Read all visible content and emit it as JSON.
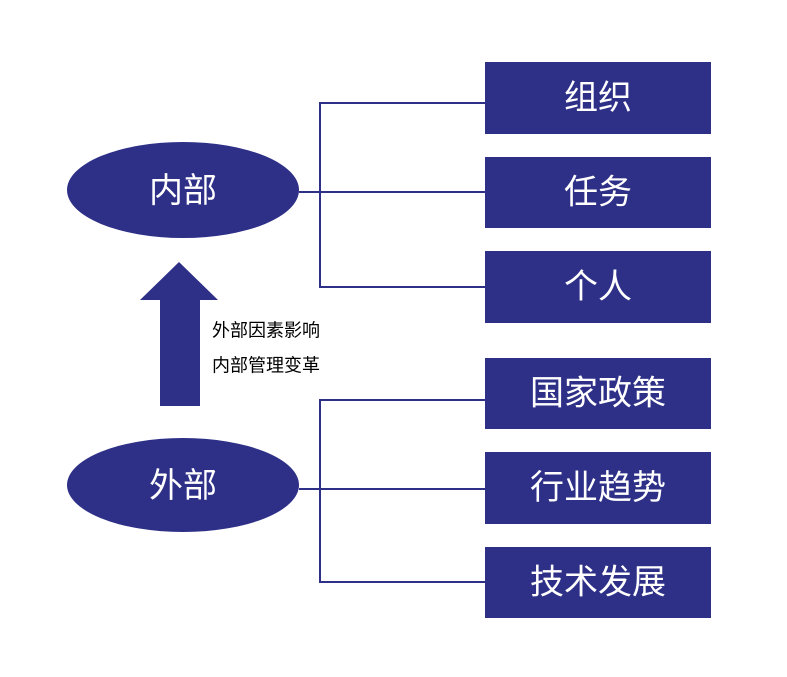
{
  "colors": {
    "primary": "#2E3087",
    "text_on_primary": "#FFFFFF",
    "text": "#000000",
    "background": "#FFFFFF"
  },
  "internal": {
    "label": "内部",
    "items": [
      "组织",
      "任务",
      "个人"
    ]
  },
  "external": {
    "label": "外部",
    "items": [
      "国家政策",
      "行业趋势",
      "技术发展"
    ]
  },
  "arrow": {
    "lines": [
      "外部因素影响",
      "内部管理变革"
    ]
  }
}
